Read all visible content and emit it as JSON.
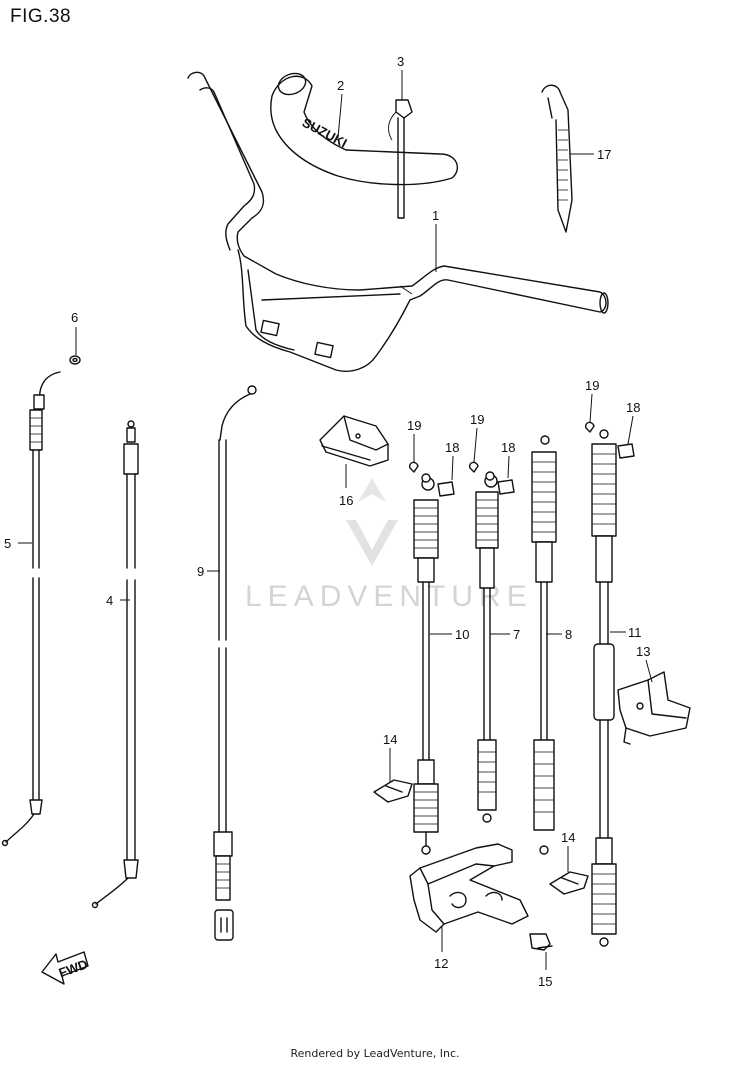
{
  "title": "FIG.38",
  "footer": "Rendered by LeadVenture, Inc.",
  "watermark": "LEADVENTURE",
  "grip_marking": "SUZUKI",
  "fwd_label": "FWD",
  "callouts": {
    "c1": "1",
    "c2": "2",
    "c3": "3",
    "c4": "4",
    "c5": "5",
    "c6": "6",
    "c7": "7",
    "c8": "8",
    "c9": "9",
    "c10": "10",
    "c11": "11",
    "c12": "12",
    "c13": "13",
    "c14a": "14",
    "c14b": "14",
    "c15": "15",
    "c16": "16",
    "c17": "17",
    "c18a": "18",
    "c18b": "18",
    "c18c": "18",
    "c19a": "19",
    "c19b": "19",
    "c19c": "19"
  }
}
